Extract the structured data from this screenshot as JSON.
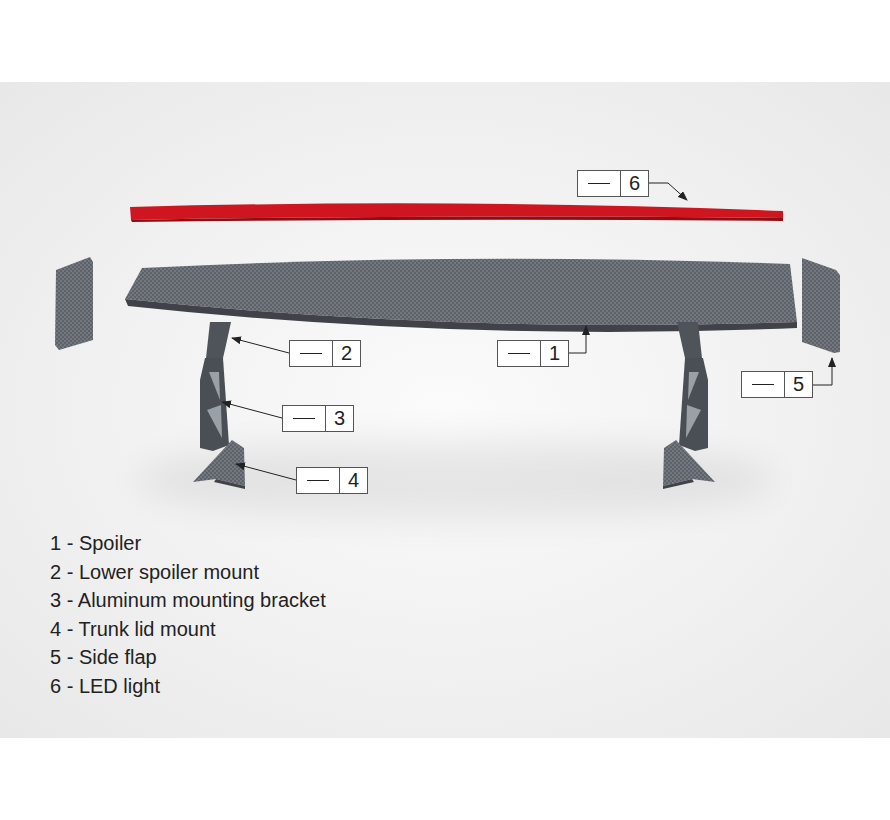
{
  "diagram": {
    "nodes": [
      {
        "text": [
          "6"
        ]
      },
      {
        "text": [
          "2"
        ]
      },
      {
        "text": [
          "1"
        ]
      },
      {
        "text": [
          "5"
        ]
      },
      {
        "text": [
          "3"
        ]
      },
      {
        "text": [
          "4"
        ]
      }
    ],
    "labels": [
      "1 - Spoiler",
      "2 - Lower spoiler mount",
      "3 - Aluminum mounting bracket",
      "4 - Trunk lid mount",
      "5 - Side flap",
      "6 - LED light"
    ]
  }
}
